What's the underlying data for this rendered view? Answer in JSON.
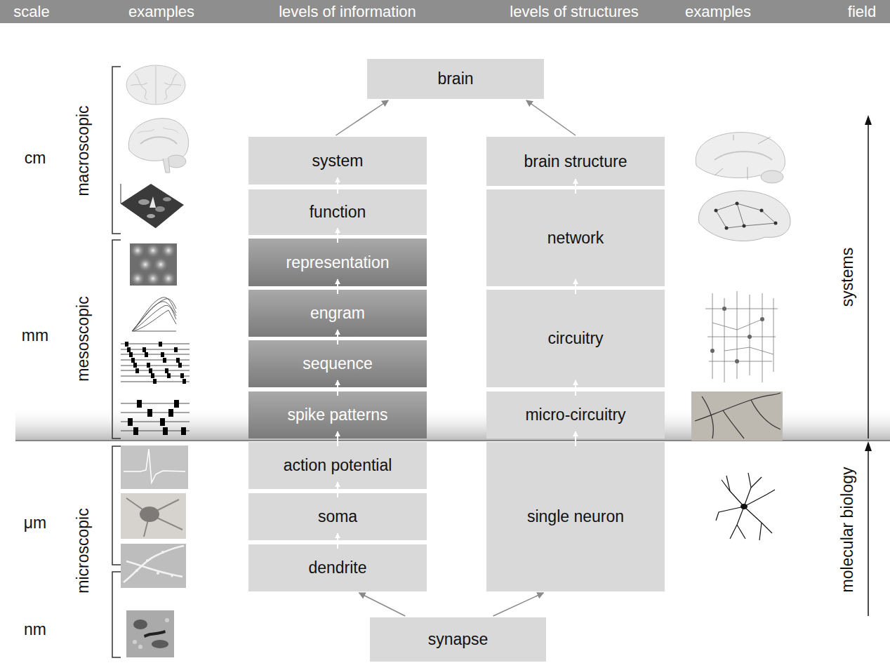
{
  "diagram": {
    "nodes": [
      {
        "text": [
          "scale",
          "examples",
          "levels of information",
          "levels of structures",
          "examples",
          "field"
        ]
      },
      {
        "text": [
          "brain"
        ]
      },
      {
        "text": [
          "system"
        ]
      },
      {
        "text": [
          "function"
        ]
      },
      {
        "text": [
          "representation"
        ]
      },
      {
        "text": [
          "engram"
        ]
      },
      {
        "text": [
          "sequence"
        ]
      },
      {
        "text": [
          "spike patterns"
        ]
      },
      {
        "text": [
          "action potential"
        ]
      },
      {
        "text": [
          "soma"
        ]
      },
      {
        "text": [
          "dendrite"
        ]
      },
      {
        "text": [
          "brain structure"
        ]
      },
      {
        "text": [
          "network"
        ]
      },
      {
        "text": [
          "circuitry"
        ]
      },
      {
        "text": [
          "micro-circuitry"
        ]
      },
      {
        "text": [
          "single neuron"
        ]
      },
      {
        "text": [
          "synapse"
        ]
      }
    ],
    "edges": [
      {
        "from": 2,
        "to": 1,
        "arrow": "to"
      },
      {
        "from": 11,
        "to": 1,
        "arrow": "to"
      },
      {
        "from": 3,
        "to": 2,
        "arrow": "to"
      },
      {
        "from": 4,
        "to": 3,
        "arrow": "to"
      },
      {
        "from": 5,
        "to": 4,
        "arrow": "to"
      },
      {
        "from": 6,
        "to": 5,
        "arrow": "to"
      },
      {
        "from": 7,
        "to": 6,
        "arrow": "to"
      },
      {
        "from": 8,
        "to": 7,
        "arrow": "to"
      },
      {
        "from": 9,
        "to": 8,
        "arrow": "to"
      },
      {
        "from": 10,
        "to": 9,
        "arrow": "to"
      },
      {
        "from": 12,
        "to": 11,
        "arrow": "to"
      },
      {
        "from": 13,
        "to": 12,
        "arrow": "to"
      },
      {
        "from": 14,
        "to": 13,
        "arrow": "to"
      },
      {
        "from": 15,
        "to": 14,
        "arrow": "to"
      },
      {
        "from": 16,
        "to": 10,
        "arrow": "to"
      },
      {
        "from": 16,
        "to": 15,
        "arrow": "to"
      }
    ],
    "labels": [
      "cm",
      "mm",
      "μm",
      "nm",
      "macroscopic",
      "mesoscopic",
      "microscopic",
      "systems",
      "molecular biology"
    ]
  }
}
